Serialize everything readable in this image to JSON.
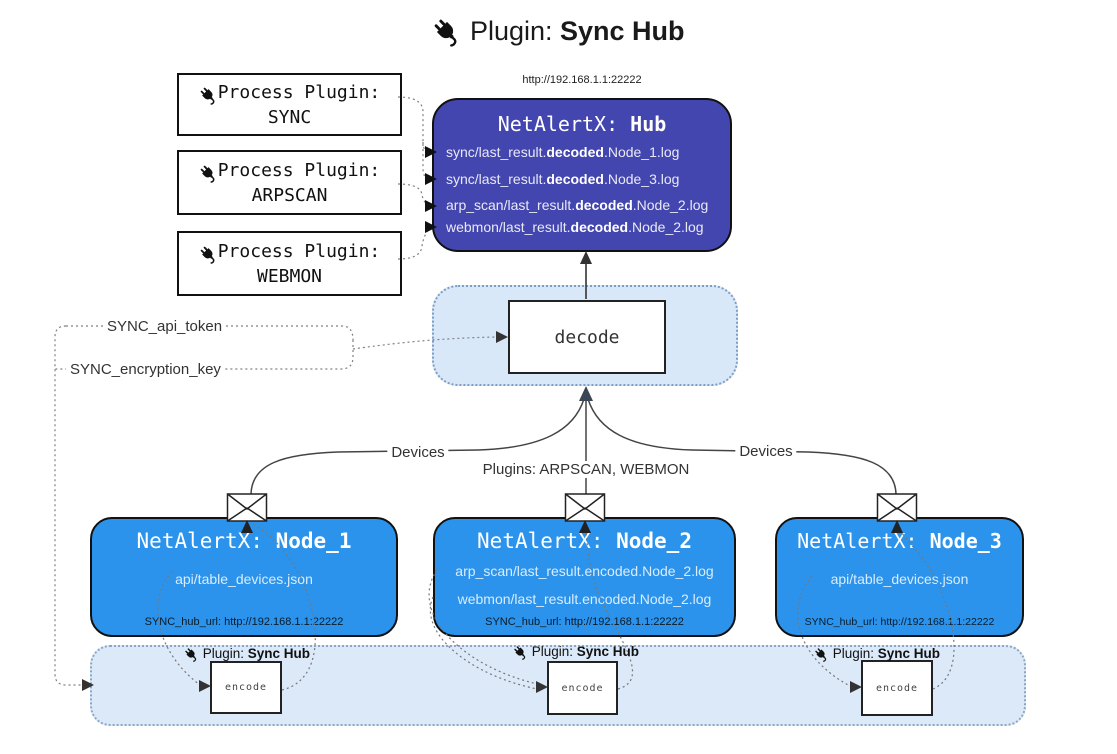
{
  "title": {
    "prefix": "Plugin: ",
    "bold": "Sync Hub"
  },
  "process_plugins": [
    {
      "label": "Process Plugin:",
      "name": "SYNC"
    },
    {
      "label": "Process Plugin:",
      "name": "ARPSCAN"
    },
    {
      "label": "Process Plugin:",
      "name": "WEBMON"
    }
  ],
  "hub": {
    "url": "http://192.168.1.1:22222",
    "name_prefix": "NetAlertX: ",
    "name_bold": "Hub",
    "logs": [
      {
        "pre": "sync/last_result.",
        "bold": "decoded",
        "post": ".Node_1.log"
      },
      {
        "pre": "sync/last_result.",
        "bold": "decoded",
        "post": ".Node_3.log"
      },
      {
        "pre": "arp_scan/last_result.",
        "bold": "decoded",
        "post": ".Node_2.log"
      },
      {
        "pre": "webmon/last_result.",
        "bold": "decoded",
        "post": ".Node_2.log"
      }
    ]
  },
  "decode_label": "decode",
  "settings": {
    "api_token": "SYNC_api_token",
    "encryption_key": "SYNC_encryption_key"
  },
  "edge_labels": {
    "devices_left": "Devices",
    "devices_right": "Devices",
    "plugins": "Plugins: ARPSCAN, WEBMON"
  },
  "nodes": [
    {
      "name_prefix": "NetAlertX: ",
      "name_bold": "Node_1",
      "files": [
        "api/table_devices.json"
      ],
      "hub_url": "SYNC_hub_url: http://192.168.1.1:22222"
    },
    {
      "name_prefix": "NetAlertX: ",
      "name_bold": "Node_2",
      "files": [
        "arp_scan/last_result.encoded.Node_2.log",
        "webmon/last_result.encoded.Node_2.log"
      ],
      "hub_url": "SYNC_hub_url: http://192.168.1.1:22222"
    },
    {
      "name_prefix": "NetAlertX: ",
      "name_bold": "Node_3",
      "files": [
        "api/table_devices.json"
      ],
      "hub_url": "SYNC_hub_url: http://192.168.1.1:22222"
    }
  ],
  "encoders": [
    {
      "plugin_prefix": "Plugin: ",
      "plugin_bold": "Sync Hub",
      "label": "encode"
    },
    {
      "plugin_prefix": "Plugin: ",
      "plugin_bold": "Sync Hub",
      "label": "encode"
    },
    {
      "plugin_prefix": "Plugin: ",
      "plugin_bold": "Sync Hub",
      "label": "encode"
    }
  ],
  "colors": {
    "hub_bg": "#4346ae",
    "node_bg": "#2b93ec",
    "panel_bg": "#d9e8f9",
    "panel_border": "#7d9ec4",
    "edge": "#444444"
  }
}
